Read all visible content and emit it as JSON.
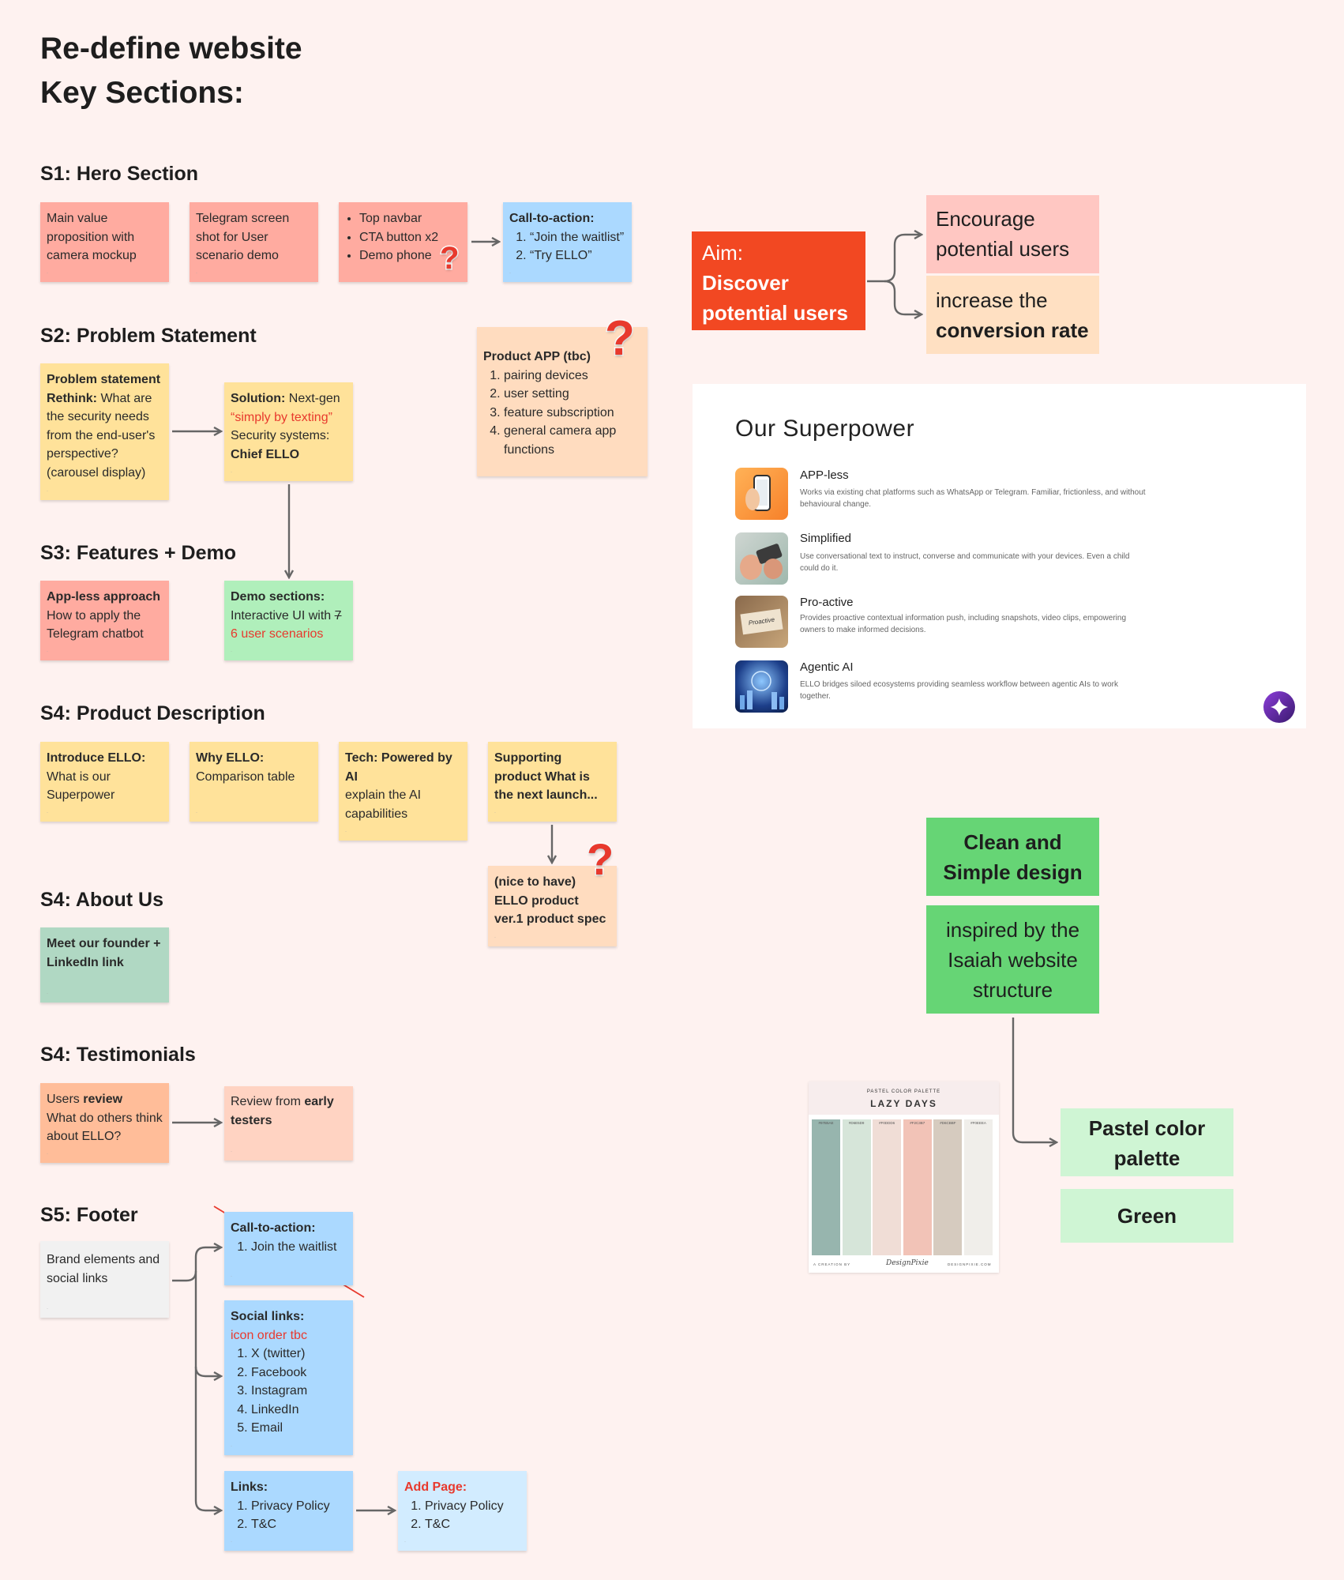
{
  "title": {
    "line1": "Re-define website",
    "line2": "Key Sections:"
  },
  "s1": {
    "heading": "S1: Hero Section",
    "n1": "Main value proposition with camera mockup",
    "n2": "Telegram screen shot for User scenario demo",
    "n3_items": [
      "Top navbar",
      "CTA button x2",
      "Demo phone"
    ],
    "n4_title": "Call-to-action:",
    "n4_items": [
      "“Join the waitlist”",
      "“Try ELLO”"
    ]
  },
  "s2": {
    "heading": "S2: Problem Statement",
    "n1_line1": "Problem statement",
    "n1_rethink": "Rethink:",
    "n1_rest": " What are the security needs from the end-user's perspective? (carousel display)",
    "n2_solution": "Solution:",
    "n2_next": " Next-gen ",
    "n2_quote": "“simply by texting”",
    "n2_sec": " Security systems: ",
    "n2_chief": "Chief ELLO",
    "app_title": "Product APP (tbc)",
    "app_items": [
      "pairing devices",
      "user setting",
      "feature subscription",
      "general camera app functions"
    ]
  },
  "s3": {
    "heading": "S3: Features + Demo",
    "n1_bold": "App-less approach",
    "n1_rest": "How to apply the Telegram chatbot",
    "n2_bold": "Demo sections:",
    "n2_line": "Interactive UI with ",
    "n2_strike": "7",
    "n2_red": "6 user scenarios"
  },
  "s4": {
    "heading": "S4: Product Description",
    "n1_bold": "Introduce ELLO:",
    "n1_rest": "What is our Superpower",
    "n2_bold": "Why ELLO:",
    "n2_rest": "Comparison table",
    "n3_bold": "Tech: Powered by AI",
    "n3_rest": "explain the AI capabilities",
    "n4_bold": "Supporting product What is the next launch...",
    "n5_line1": "(nice to have)",
    "n5_line2": "ELLO product ver.1 product spec"
  },
  "about": {
    "heading": "S4: About Us",
    "n1": "Meet our founder + LinkedIn link"
  },
  "testimonials": {
    "heading": "S4: Testimonials",
    "n1_pre": "Users ",
    "n1_bold": "review",
    "n1_rest": "What do others think about ELLO?",
    "n2_pre": "Review from ",
    "n2_bold": "early testers"
  },
  "footer": {
    "heading": "S5: Footer",
    "brand": "Brand elements and social links",
    "cta_title": "Call-to-action:",
    "cta_items": [
      "Join the waitlist"
    ],
    "social_title": "Social links:",
    "social_red": "icon order tbc",
    "social_items": [
      "X (twitter)",
      "Facebook",
      "Instagram",
      "LinkedIn",
      "Email"
    ],
    "links_title": "Links:",
    "links_items": [
      "Privacy Policy",
      "T&C"
    ],
    "add_title": "Add Page:",
    "add_items": [
      "Privacy Policy",
      "T&C"
    ]
  },
  "aim": {
    "label": "Aim:",
    "text": "Discover potential users",
    "g1_line1": "Encourage",
    "g1_line2": "potential users",
    "g2_line1": "increase the",
    "g2_line2": "conversion rate"
  },
  "superpower": {
    "title": "Our Superpower",
    "items": [
      {
        "title": "APP-less",
        "desc": "Works via existing chat platforms such as WhatsApp or Telegram. Familiar, frictionless, and without behavioural change."
      },
      {
        "title": "Simplified",
        "desc": "Use conversational text to instruct, converse and communicate with your devices. Even a child could do it."
      },
      {
        "title": "Pro-active",
        "desc": "Provides proactive contextual information push, including snapshots, video clips, empowering owners to make informed decisions."
      },
      {
        "title": "Agentic AI",
        "desc": "ELLO bridges siloed ecosystems providing seamless workflow between agentic AIs to work together."
      }
    ],
    "img3_text": "Proactive"
  },
  "design": {
    "d1": "Clean and Simple design",
    "d2": "inspired by the Isaiah website structure",
    "d3": "Pastel color palette",
    "d4": "Green"
  },
  "palette": {
    "small": "PASTEL COLOR PALETTE",
    "name": "LAZY DAYS",
    "colors": [
      "#97B5AE",
      "#D6E5D9",
      "#F0DDD6",
      "#F2C3B7",
      "#D6CBBF",
      "#F0EEEA"
    ],
    "labels": [
      "#97B5AE",
      "#D6E5D9",
      "#F0DDD6",
      "#F2C3B7",
      "#D6CBBF",
      "#F0EEEA"
    ],
    "footer_left": "A CREATION BY",
    "footer_sig": "DesignPixie",
    "footer_right": "DESIGNPIXIE.COM"
  },
  "colors": {
    "aim": "#f24822",
    "green": "#66d575",
    "light_green": "#cff5d4",
    "pink": "#ffc7c2",
    "peach": "#ffe0c2"
  }
}
